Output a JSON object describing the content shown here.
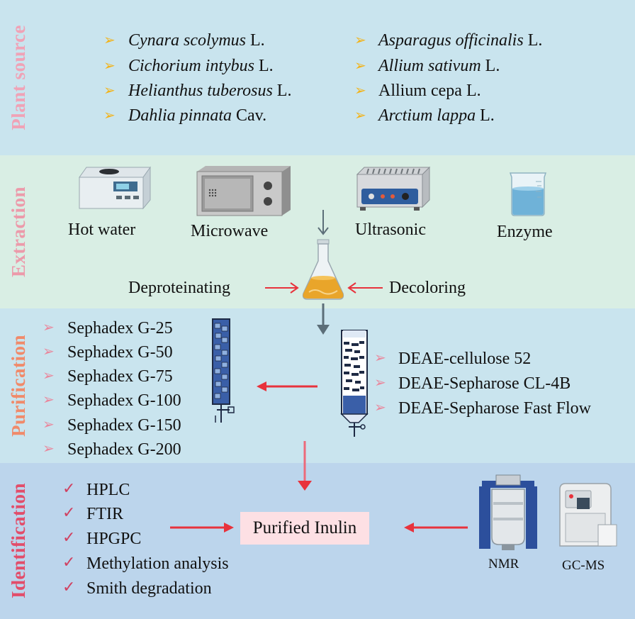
{
  "sections": {
    "plant_source": "Plant source",
    "extraction": "Extraction",
    "purification": "Purification",
    "identification": "Identification"
  },
  "plants": {
    "left": [
      {
        "name": "Cynara scolymus",
        "author": "L."
      },
      {
        "name": "Cichorium intybus",
        "author": "L."
      },
      {
        "name": "Helianthus tuberosus",
        "author": "L."
      },
      {
        "name": "Dahlia pinnata",
        "author": "Cav."
      }
    ],
    "right": [
      {
        "name": "Asparagus officinalis",
        "author": "L."
      },
      {
        "name": "Allium sativum",
        "author": "L."
      },
      {
        "name": "",
        "author": "Allium cepa L."
      },
      {
        "name": "Arctium lappa",
        "author": "L."
      }
    ]
  },
  "extraction": {
    "methods": [
      "Hot water",
      "Microwave",
      "Ultrasonic",
      "Enzyme"
    ],
    "deproteinating": "Deproteinating",
    "decoloring": "Decoloring"
  },
  "purification": {
    "gel_columns": [
      "Sephadex G-25",
      "Sephadex G-50",
      "Sephadex G-75",
      "Sephadex G-100",
      "Sephadex G-150",
      "Sephadex G-200"
    ],
    "ion_exchange": [
      "DEAE-cellulose 52",
      "DEAE-Sepharose CL-4B",
      "DEAE-Sepharose Fast Flow"
    ]
  },
  "identification": {
    "methods": [
      "HPLC",
      "FTIR",
      "HPGPC",
      "Methylation analysis",
      "Smith degradation"
    ],
    "product": "Purified Inulin",
    "instruments": [
      "NMR",
      "GC-MS"
    ]
  },
  "colors": {
    "plant_band": "#c9e4ee",
    "extraction_band": "#d9eee4",
    "purification_band": "#c9e4ee",
    "identification_band": "#bcd5ec",
    "arrow_red": "#e8323c",
    "arrow_gray": "#5c6e78",
    "bullet_yellow": "#f2b31a",
    "bullet_pink": "#e9889d",
    "check_red": "#d04060"
  }
}
